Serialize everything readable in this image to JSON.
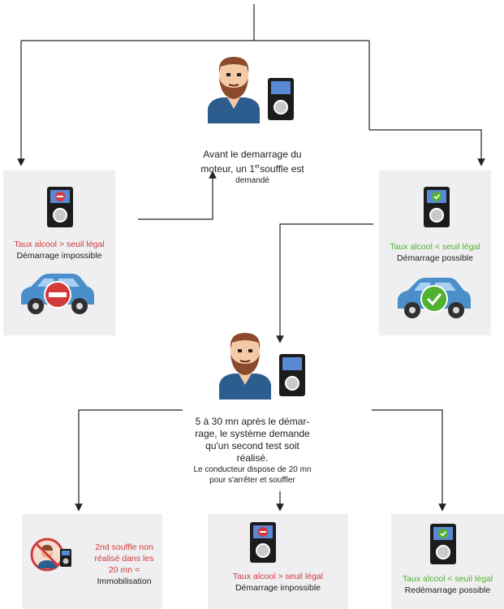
{
  "step1": {
    "line1": "Avant le demarrage du",
    "line2_pre": "moteur, un 1",
    "line2_sup": "er",
    "line2_post": "souffle est",
    "line3": "demandé"
  },
  "left_box": {
    "status": "Taux alcool > seuil légal",
    "result": "Démarrage impossible"
  },
  "right_box": {
    "status": "Taux alcool < seuil légal",
    "result": "Démarrage possible"
  },
  "step2": {
    "line1": "5 à 30 mn après le démar-",
    "line2": "rage, le système demande",
    "line3": "qu'un second test soit",
    "line4": "réalisé.",
    "note1": "Le conducteur dispose de 20 mn",
    "note2": "pour s'arrêter et souffler"
  },
  "bottom_left": {
    "line1": "2nd souffle non",
    "line2": "réalisé dans les",
    "line3": "20 mn =",
    "line4": "Immobilisation"
  },
  "bottom_mid": {
    "status": "Taux alcool > seuil légal",
    "result": "Démarrage impossible"
  },
  "bottom_right": {
    "status": "Taux alcool < seuil légal",
    "result": "Redémarrage possible"
  },
  "colors": {
    "danger": "#d23a3c",
    "ok": "#4fb12e",
    "car": "#4a8fca",
    "panel": "#efeff1"
  }
}
